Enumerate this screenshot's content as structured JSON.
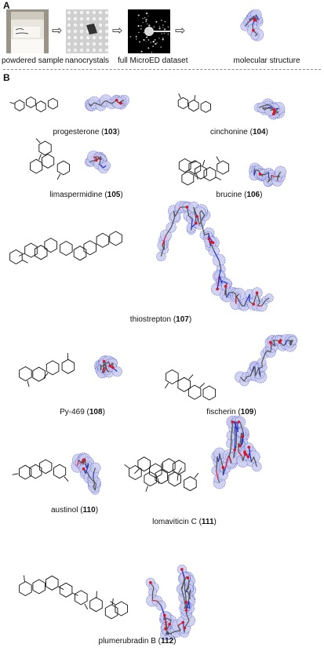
{
  "panel_a": {
    "letter": "A",
    "steps": [
      {
        "label": "powdered sample"
      },
      {
        "label": "nanocrystals"
      },
      {
        "label": "full MicroED dataset"
      },
      {
        "label": "molecular structure"
      }
    ]
  },
  "panel_b": {
    "letter": "B",
    "compounds": [
      {
        "name": "progesterone",
        "number": "103"
      },
      {
        "name": "cinchonine",
        "number": "104"
      },
      {
        "name": "limaspermidine",
        "number": "105"
      },
      {
        "name": "brucine",
        "number": "106"
      },
      {
        "name": "thiostrepton",
        "number": "107"
      },
      {
        "name": "Py-469",
        "number": "108"
      },
      {
        "name": "fischerin",
        "number": "109"
      },
      {
        "name": "austinol",
        "number": "110"
      },
      {
        "name": "lomaviticin C",
        "number": "111"
      },
      {
        "name": "plumerubradin B",
        "number": "112"
      }
    ]
  },
  "colors": {
    "density_mesh": "#5b63c8",
    "density_fill": "#c9ccef",
    "carbon": "#555555",
    "nitrogen": "#2232c8",
    "oxygen": "#d8142a",
    "sulfur": "#d9c21a"
  }
}
